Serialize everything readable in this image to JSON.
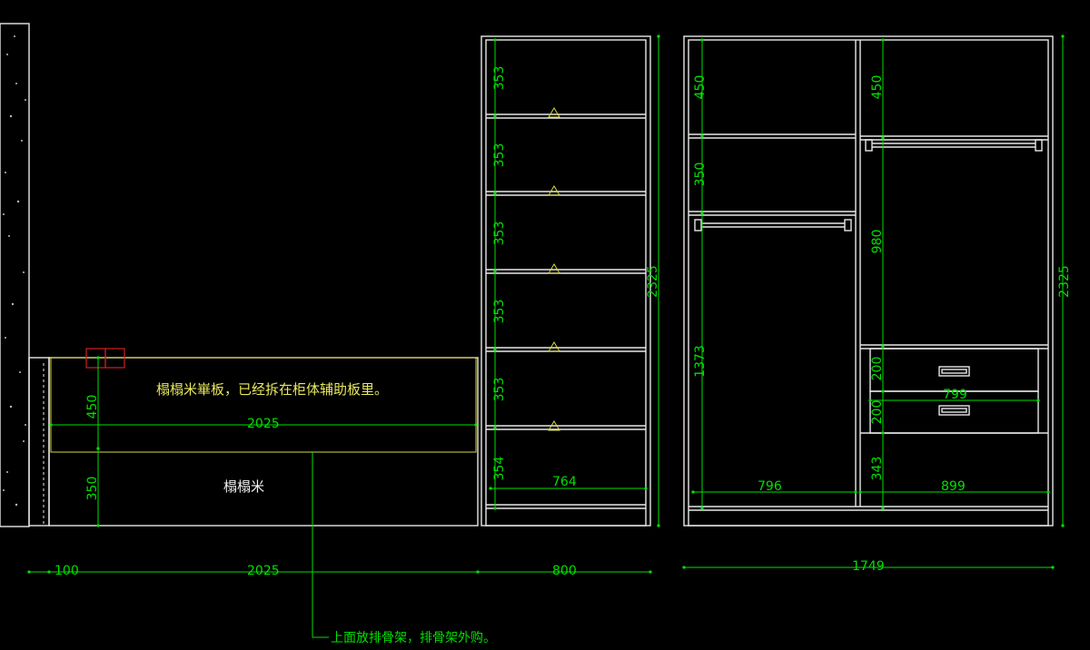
{
  "notes": {
    "tatami_cover": "榻榻米崋板，已经拆在柜体辅助板里。",
    "tatami": "榻榻米",
    "frame": "上面放排骨架，排骨架外购。"
  },
  "dims": {
    "tatami_h1": "450",
    "tatami_h2": "350",
    "tatami_w_inner": "2025",
    "base_100": "100",
    "base_2025": "2025",
    "base_800": "800",
    "base_1749": "1749",
    "shelf_1": "353",
    "shelf_2": "353",
    "shelf_3": "353",
    "shelf_4": "353",
    "shelf_5": "353",
    "shelf_6": "354",
    "shelf_w": "764",
    "shelf_total_h": "2325",
    "ward_l_top": "450",
    "ward_l_mid": "350",
    "ward_l_bot": "1373",
    "ward_r_top": "450",
    "ward_r_hang": "980",
    "drawer_1": "200",
    "drawer_2": "200",
    "drawer_w": "799",
    "ward_r_bot": "343",
    "ward_l_w": "796",
    "ward_r_w": "899",
    "ward_total_h": "2325"
  }
}
